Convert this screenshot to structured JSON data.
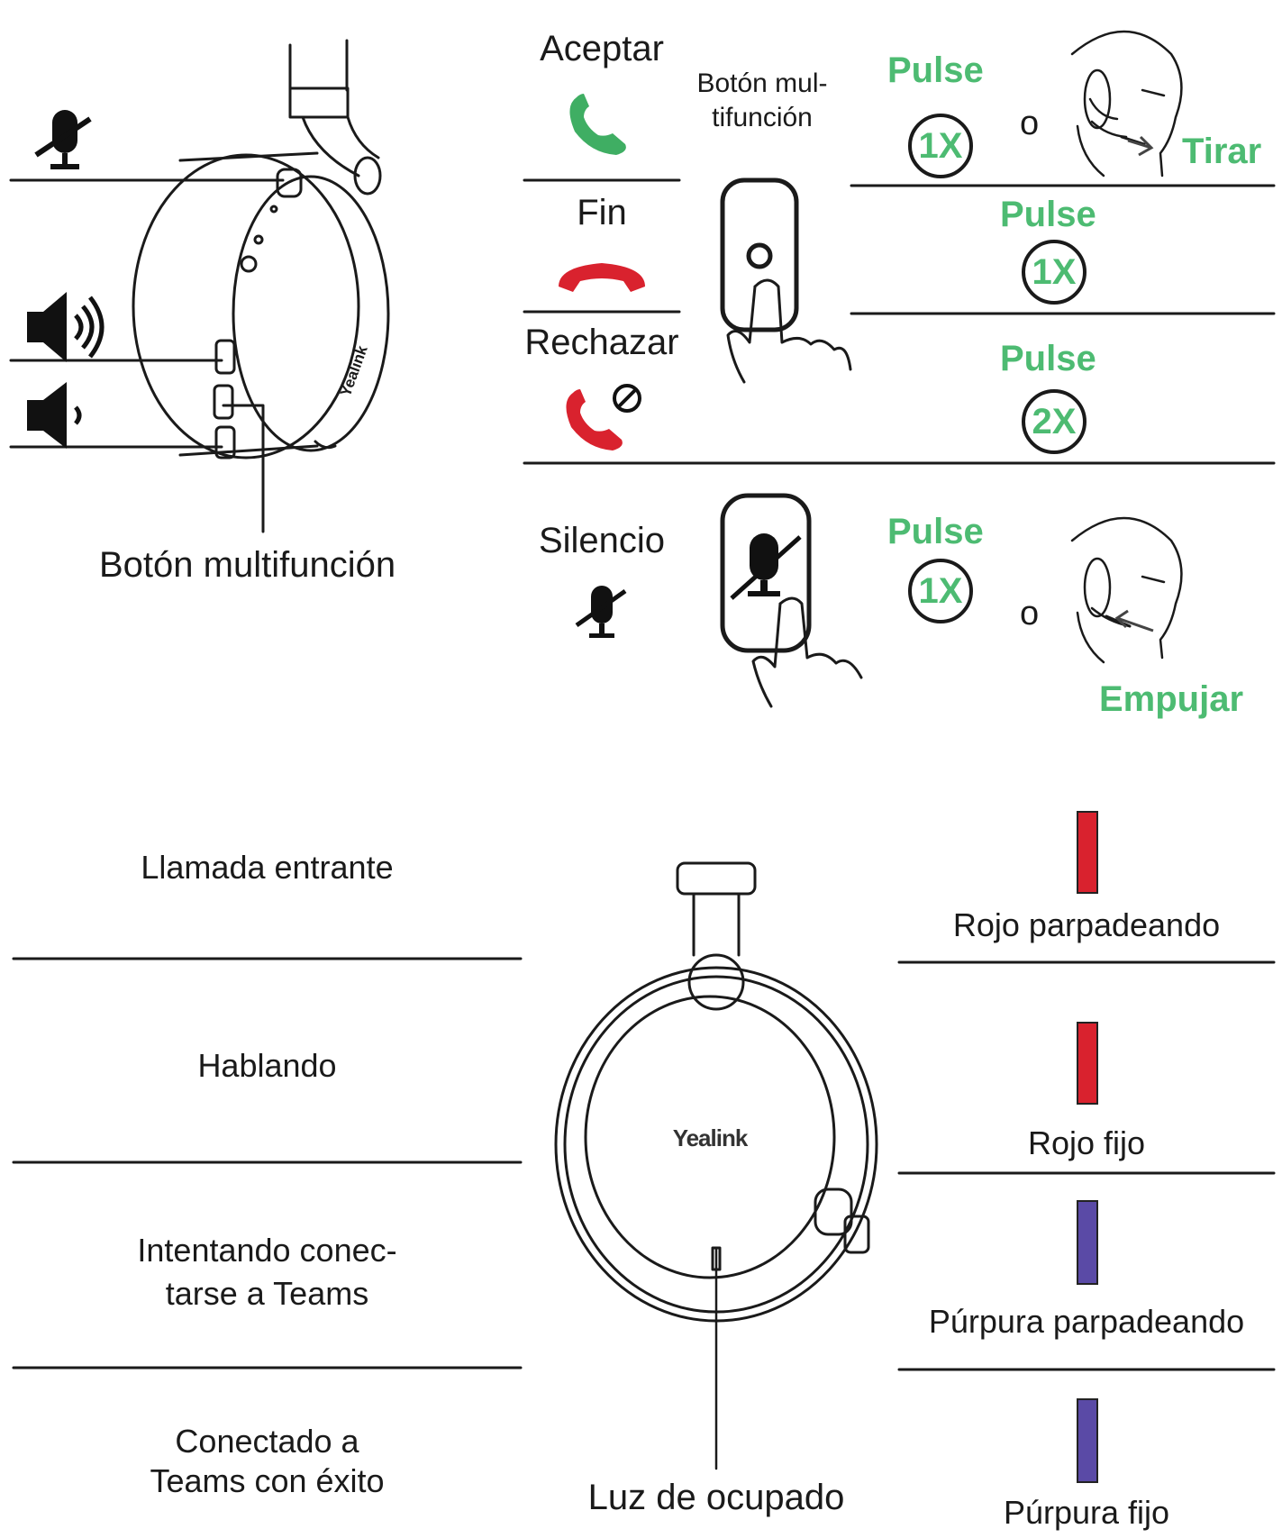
{
  "top_left": {
    "multifunction_label": "Botón multifunción"
  },
  "actions": {
    "accept": "Aceptar",
    "end": "Fin",
    "reject": "Rechazar",
    "mute": "Silencio",
    "multifunction_button": [
      "Botón mul-",
      "tifunción"
    ]
  },
  "gestures": {
    "accept_press": "Pulse",
    "accept_count": "1X",
    "accept_or": "o",
    "accept_alt": "Tirar",
    "end_press": "Pulse",
    "end_count": "1X",
    "reject_press": "Pulse",
    "reject_count": "2X",
    "mute_press": "Pulse",
    "mute_count": "1X",
    "mute_or": "o",
    "mute_alt": "Empujar"
  },
  "brand": "Yealink",
  "brand_small": "Yealink",
  "busy_light_label": "Luz de ocupado",
  "states": [
    {
      "label": [
        "Llamada entrante"
      ],
      "light": "Rojo parpadeando"
    },
    {
      "label": [
        "Hablando"
      ],
      "light": "Rojo fijo"
    },
    {
      "label": [
        "Intentando conec-",
        "tarse a Teams"
      ],
      "light": "Púrpura parpadeando"
    },
    {
      "label": [
        "Conectado a",
        "Teams con éxito"
      ],
      "light": "Púrpura fijo"
    }
  ],
  "colors": {
    "accent_green": "#4dbb72",
    "call_green": "#3fae63",
    "red": "#d9222e",
    "purple": "#5a4aa6"
  }
}
